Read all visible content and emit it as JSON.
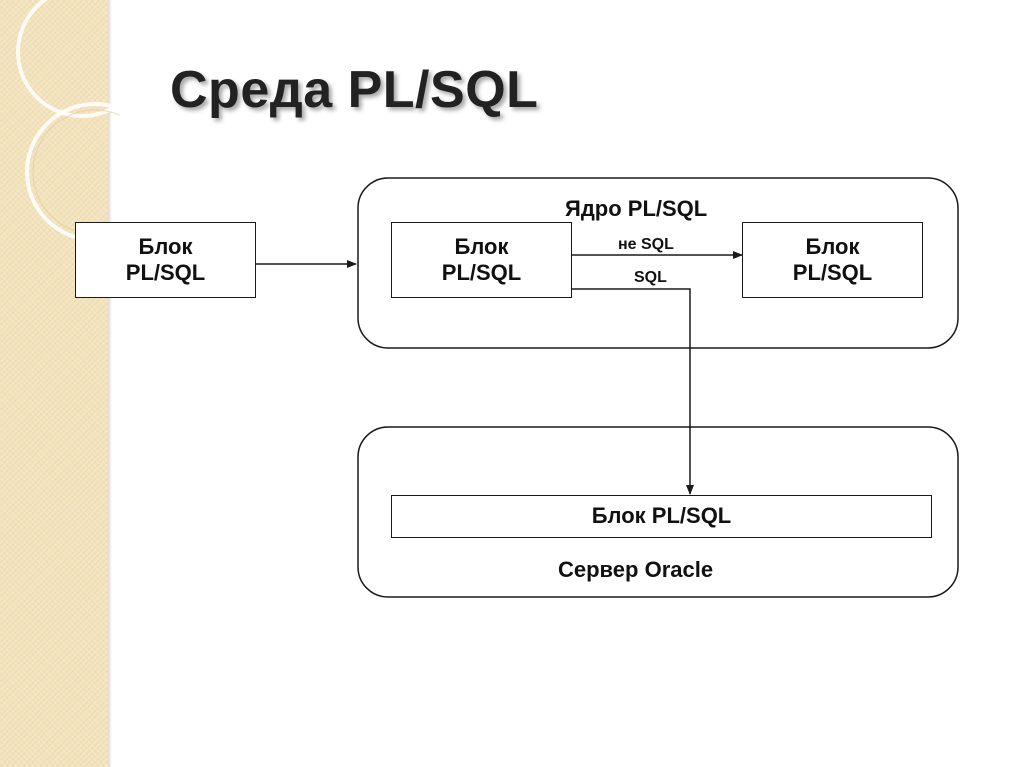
{
  "title": "Среда PL/SQL",
  "left_block": {
    "line1": "Блок",
    "line2": "PL/SQL"
  },
  "kernel": {
    "label": "Ядро PL/SQL",
    "block_in": {
      "line1": "Блок",
      "line2": "PL/SQL"
    },
    "block_out": {
      "line1": "Блок",
      "line2": "PL/SQL"
    },
    "arrow_non_sql_label": "не SQL",
    "arrow_sql_label": "SQL"
  },
  "server": {
    "block_label": "Блок PL/SQL",
    "label": "Сервер Oracle"
  },
  "colors": {
    "side_band": "#f3e3bd",
    "stroke": "#1a1a1a",
    "text": "#111111",
    "title": "#222222"
  }
}
